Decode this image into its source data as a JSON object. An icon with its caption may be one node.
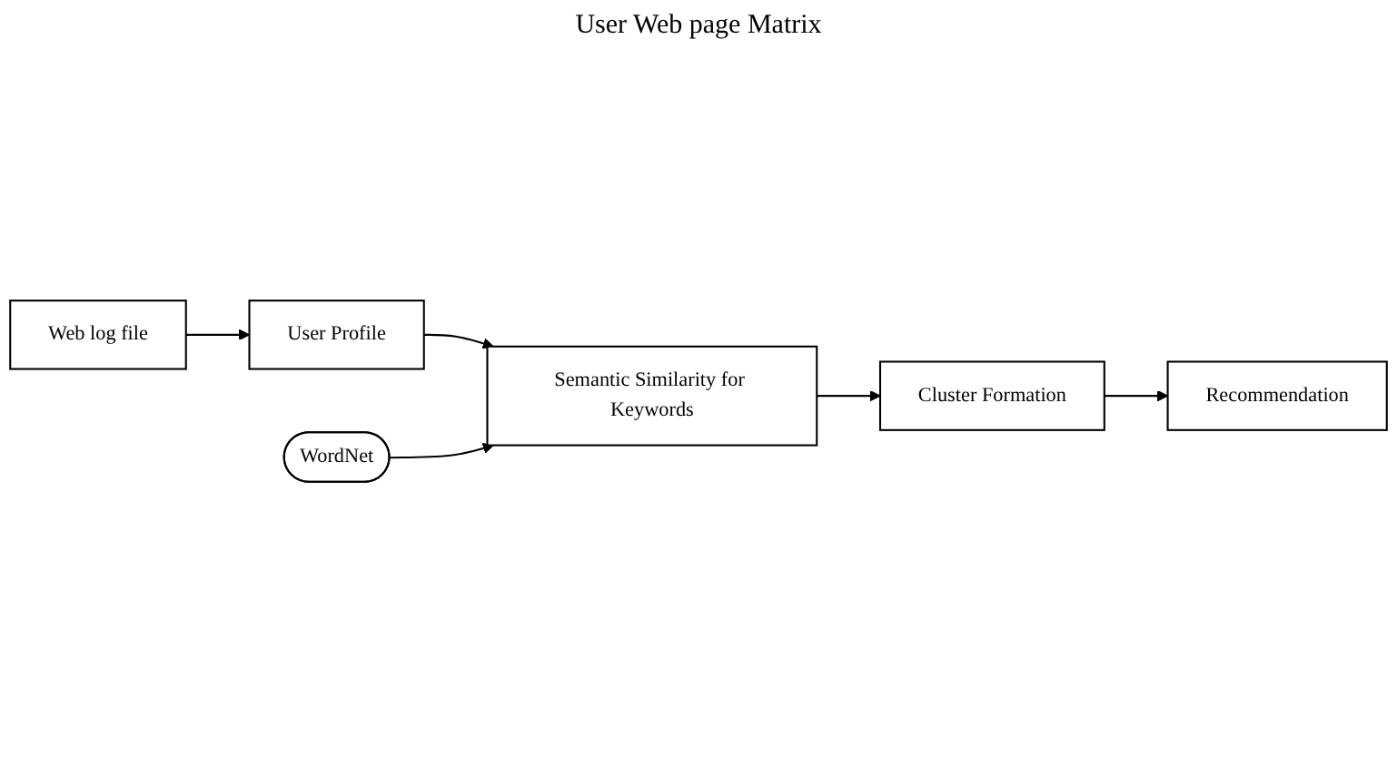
{
  "diagram": {
    "title": "User Web page Matrix",
    "nodes": [
      {
        "text": [
          "Web log file"
        ]
      },
      {
        "text": [
          "User Profile"
        ]
      },
      {
        "text": [
          "WordNet"
        ]
      },
      {
        "text": [
          "Semantic Similarity for Keywords"
        ]
      },
      {
        "text": [
          "Cluster Formation"
        ]
      },
      {
        "text": [
          "Recommendation"
        ]
      }
    ],
    "edges": [
      {
        "from": 0,
        "to": 1,
        "arrow": "to"
      },
      {
        "from": 1,
        "to": 3,
        "arrow": "to"
      },
      {
        "from": 2,
        "to": 3,
        "arrow": "to"
      },
      {
        "from": 3,
        "to": 4,
        "arrow": "to"
      },
      {
        "from": 4,
        "to": 5,
        "arrow": "to"
      }
    ]
  }
}
